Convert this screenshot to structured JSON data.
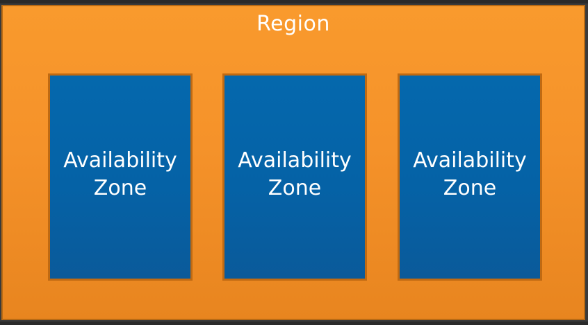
{
  "diagram": {
    "region": {
      "title": "Region",
      "fill_color": "#f7962b",
      "border_color": "#b86a14"
    },
    "zones": [
      {
        "label": "Availability\nZone",
        "fill_color": "#0565aa"
      },
      {
        "label": "Availability\nZone",
        "fill_color": "#0565aa"
      },
      {
        "label": "Availability\nZone",
        "fill_color": "#0565aa"
      }
    ]
  }
}
